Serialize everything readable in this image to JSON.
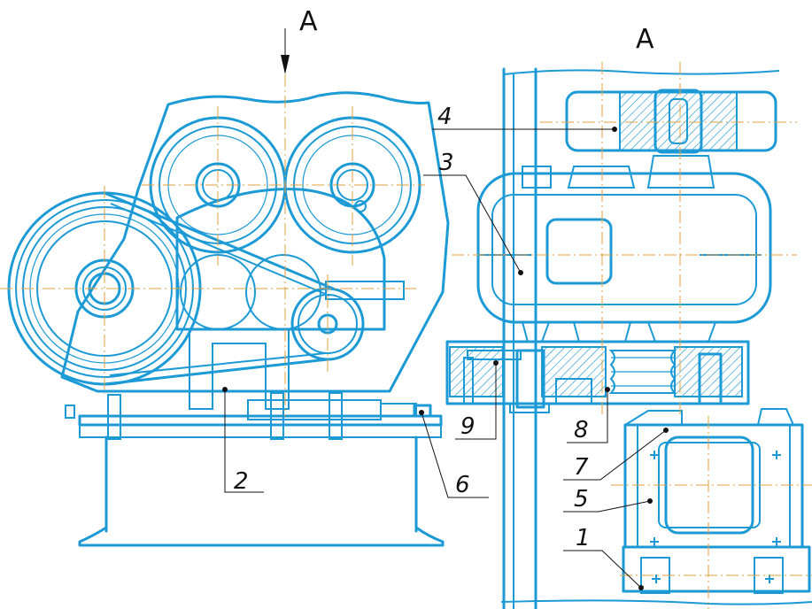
{
  "view_marks": {
    "arrow_label": "A",
    "view_title": "A"
  },
  "callouts": [
    {
      "id": "1",
      "text": "1"
    },
    {
      "id": "2",
      "text": "2"
    },
    {
      "id": "3",
      "text": "3"
    },
    {
      "id": "4",
      "text": "4"
    },
    {
      "id": "5",
      "text": "5"
    },
    {
      "id": "6",
      "text": "6"
    },
    {
      "id": "7",
      "text": "7"
    },
    {
      "id": "8",
      "text": "8"
    },
    {
      "id": "9",
      "text": "9"
    }
  ],
  "colors": {
    "outline": "#1c9ad6",
    "axis": "#e2a03f",
    "leader": "#111111"
  }
}
